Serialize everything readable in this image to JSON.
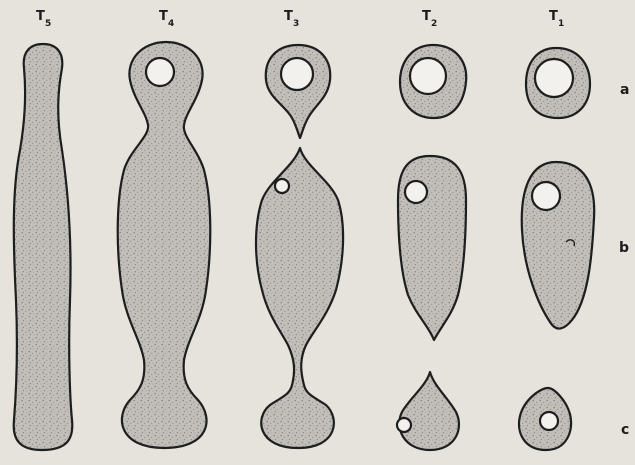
{
  "figure": {
    "column_labels": [
      {
        "main": "T",
        "sub": "5"
      },
      {
        "main": "T",
        "sub": "4"
      },
      {
        "main": "T",
        "sub": "3"
      },
      {
        "main": "T",
        "sub": "2"
      },
      {
        "main": "T",
        "sub": "1"
      }
    ],
    "row_labels": [
      "a",
      "b",
      "c"
    ],
    "colors": {
      "background": "#e6e2dc",
      "cell_fill": "#b5b2ad",
      "outline": "#1e1e1e",
      "nucleus_fill": "#f3f1ee"
    }
  }
}
